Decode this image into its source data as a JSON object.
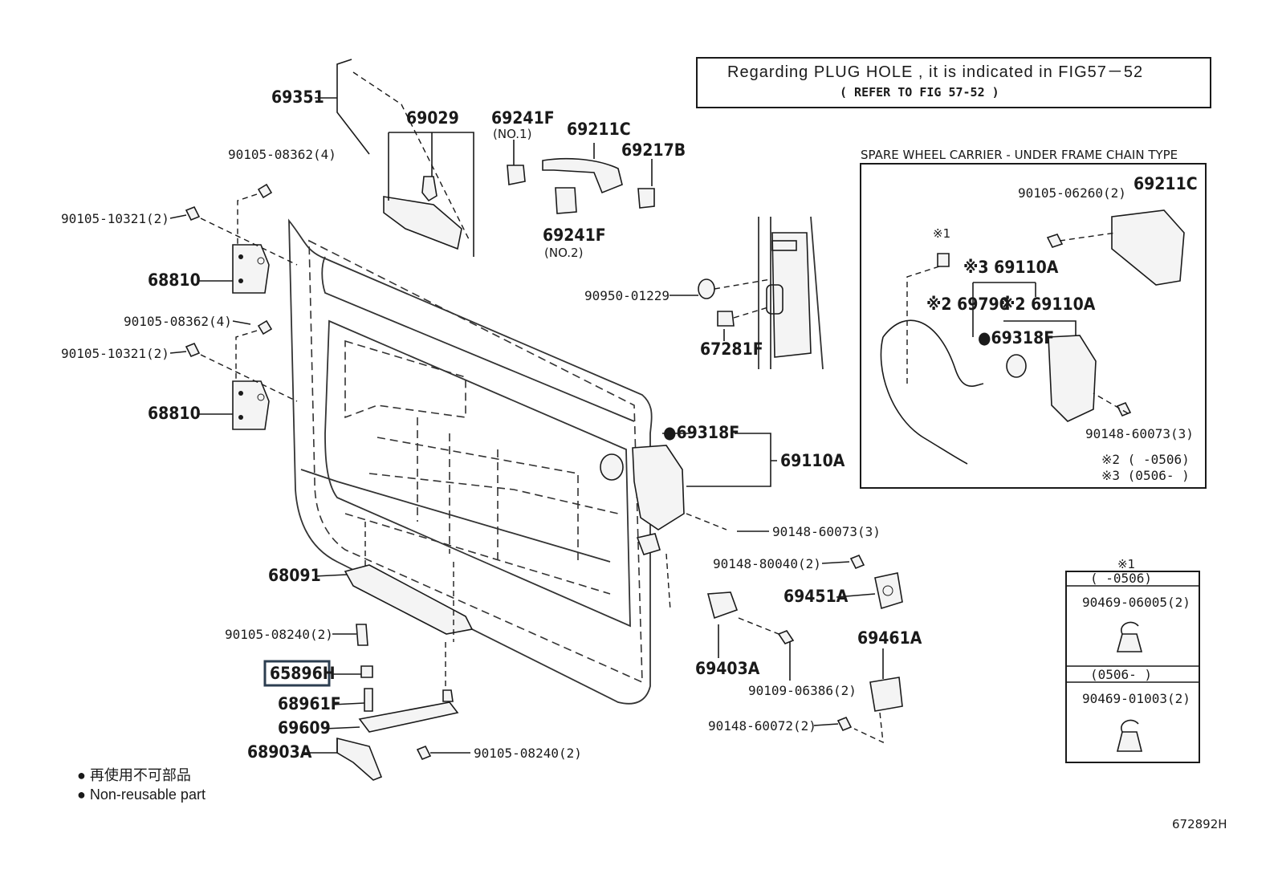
{
  "notice": {
    "line1": "Regarding  PLUG  HOLE  ,  it  is  indicated  in  FIG57－52",
    "line2": "(      REFER  TO  FIG  57-52      )"
  },
  "inset": {
    "title": "SPARE WHEEL CARRIER - UNDER FRAME CHAIN TYPE",
    "labels": {
      "bolt_a": "90105-06260(2)",
      "handle": "69211C",
      "clip_mark": "※1",
      "lock_assy_a": "※3 69110A",
      "cable": "※2 69790",
      "lock_assy_b": "※2 69110A",
      "seal": "●69318F",
      "bolt_b": "90148-60073(3)"
    },
    "notes": [
      "※2 (       -0506)",
      "※3 (0506-       )"
    ]
  },
  "clip_box": {
    "mark": "※1",
    "row1_range": "(       -0506)",
    "row1_part": "90469-06005(2)",
    "row2_range": "(0506-       )",
    "row2_part": "90469-01003(2)"
  },
  "labels": {
    "rod": "69351",
    "bracket": "69029",
    "pad1": "69241F",
    "pad1_sub": "(NO.1)",
    "outside_handle": "69211C",
    "cover": "69217B",
    "pad2": "69241F",
    "pad2_sub": "(NO.2)",
    "bolt_top": "90105-08362(4)",
    "bolt_top2": "90105-10321(2)",
    "hinge_upper": "68810",
    "bolt_mid": "90105-08362(4)",
    "bolt_mid2": "90105-10321(2)",
    "hinge_lower": "68810",
    "plug": "90950-01229",
    "grommet": "67281F",
    "lock_seal": "●69318F",
    "lock_assy": "69110A",
    "screw_lock": "90148-60073(3)",
    "screw_striker": "90148-80040(2)",
    "striker": "69451A",
    "bumper": "69403A",
    "bolt_bumper": "90109-06386(2)",
    "striker2": "69461A",
    "screw_striker2": "90148-60072(2)",
    "check": "68091",
    "bolt_check": "90105-08240(2)",
    "cushion": "65896H",
    "pin": "68961F",
    "arm": "69609",
    "bracket_low": "68903A",
    "bolt_low": "90105-08240(2)"
  },
  "legend": {
    "jp": "● 再使用不可部品",
    "en": "● Non-reusable part"
  },
  "figure_code": "672892H",
  "highlight_part": "65896H"
}
